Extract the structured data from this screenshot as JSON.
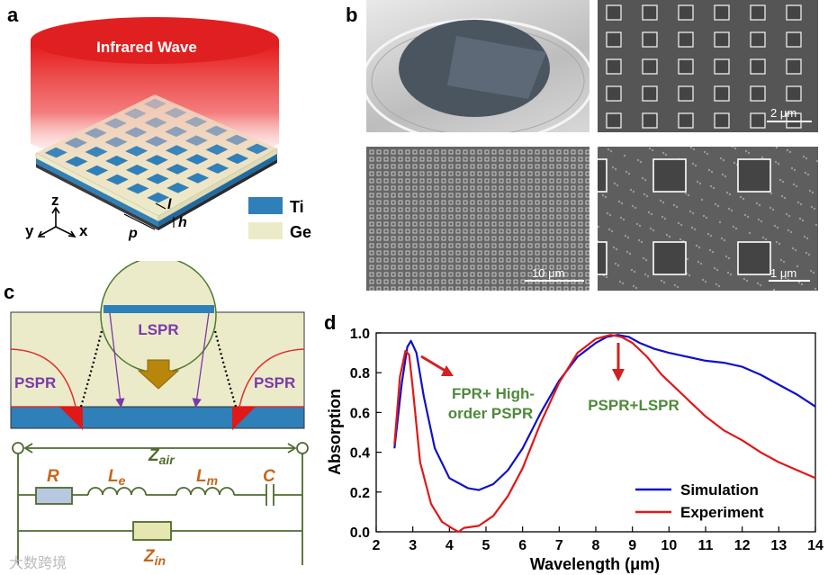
{
  "panels": {
    "a": {
      "letter": "a",
      "beam_label": "Infrared Wave",
      "axis_z": "z",
      "axis_y": "y",
      "axis_x": "x",
      "dim_l": "l",
      "dim_h": "h",
      "dim_p": "p",
      "legend": [
        {
          "label": "Ti",
          "color": "#2f7fb8"
        },
        {
          "label": "Ge",
          "color": "#ecebc9"
        }
      ]
    },
    "b": {
      "letter": "b",
      "scale_bars": [
        "2 μm",
        "10 μm",
        "1 μm"
      ]
    },
    "c": {
      "letter": "c",
      "lspr": "LSPR",
      "pspr_left": "PSPR",
      "pspr_right": "PSPR",
      "z_air": "Z",
      "z_air_sub": "air",
      "r": "R",
      "le": "L",
      "le_sub": "e",
      "lm": "L",
      "lm_sub": "m",
      "cap": "C",
      "zin": "Z",
      "zin_sub": "in"
    },
    "d": {
      "letter": "d",
      "annotation_1_line1": "FPR+ High-",
      "annotation_1_line2": "order PSPR",
      "annotation_2": "PSPR+LSPR"
    }
  },
  "watermark": "大数跨境",
  "colors": {
    "ti": "#2f7fb8",
    "ge": "#ecebc9",
    "circuit": "#4e6b2e",
    "accent_orange": "#c8651b",
    "annotation_green": "#4f8a3a",
    "purple": "#7a3aa8",
    "arrow_red": "#d42020"
  },
  "chart_data": {
    "type": "line",
    "xlabel": "Wavelength (μm)",
    "ylabel": "Absorption",
    "xlim": [
      2,
      14
    ],
    "ylim": [
      0,
      1.0
    ],
    "xticks": [
      2,
      3,
      4,
      5,
      6,
      7,
      8,
      9,
      10,
      11,
      12,
      13,
      14
    ],
    "yticks": [
      0.0,
      0.2,
      0.4,
      0.6,
      0.8,
      1.0
    ],
    "legend_position": "bottom-right",
    "series": [
      {
        "name": "Simulation",
        "color": "#1010c8",
        "x": [
          2.5,
          2.7,
          2.85,
          2.95,
          3.1,
          3.3,
          3.6,
          4.0,
          4.5,
          4.8,
          5.2,
          5.6,
          6.0,
          6.5,
          7.0,
          7.5,
          8.0,
          8.3,
          8.6,
          8.9,
          9.2,
          9.6,
          10.0,
          10.5,
          11.0,
          11.5,
          12.0,
          12.5,
          13.0,
          13.5,
          14.0
        ],
        "y": [
          0.42,
          0.75,
          0.93,
          0.96,
          0.9,
          0.68,
          0.42,
          0.27,
          0.22,
          0.21,
          0.24,
          0.31,
          0.42,
          0.6,
          0.76,
          0.88,
          0.95,
          0.98,
          0.99,
          0.98,
          0.95,
          0.92,
          0.9,
          0.88,
          0.86,
          0.85,
          0.83,
          0.79,
          0.74,
          0.69,
          0.63
        ]
      },
      {
        "name": "Experiment",
        "color": "#e01818",
        "x": [
          2.5,
          2.65,
          2.8,
          2.9,
          3.0,
          3.2,
          3.5,
          3.8,
          4.1,
          4.25,
          4.4,
          4.8,
          5.2,
          5.6,
          6.0,
          6.5,
          7.0,
          7.5,
          8.0,
          8.4,
          8.7,
          9.0,
          9.4,
          9.8,
          10.2,
          10.6,
          11.0,
          11.5,
          12.0,
          12.5,
          13.0,
          13.5,
          14.0
        ],
        "y": [
          0.44,
          0.78,
          0.91,
          0.89,
          0.72,
          0.35,
          0.14,
          0.05,
          0.015,
          0.0,
          0.02,
          0.03,
          0.08,
          0.18,
          0.32,
          0.55,
          0.75,
          0.9,
          0.97,
          0.99,
          0.98,
          0.95,
          0.88,
          0.79,
          0.72,
          0.65,
          0.58,
          0.51,
          0.46,
          0.4,
          0.35,
          0.31,
          0.27
        ]
      }
    ],
    "annotations": [
      "FPR+ High-order PSPR",
      "PSPR+LSPR"
    ]
  }
}
